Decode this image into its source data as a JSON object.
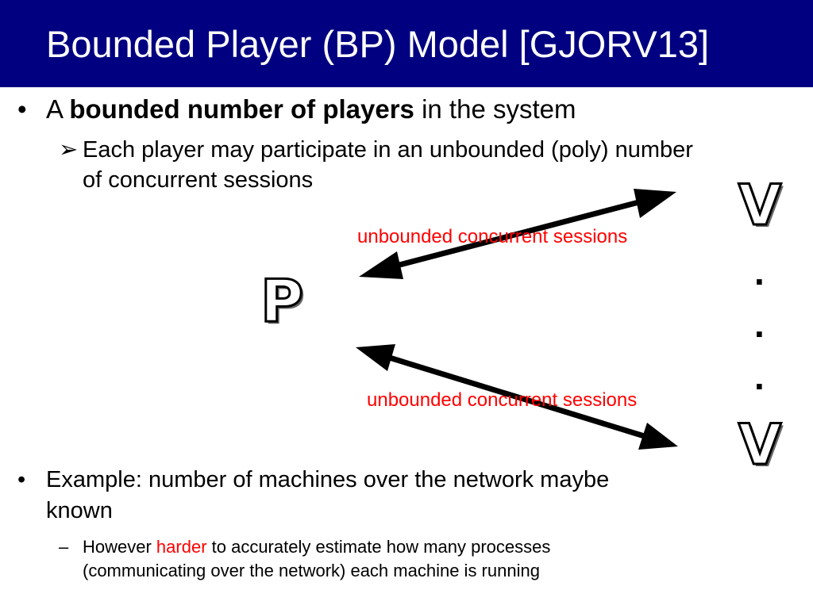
{
  "slide": {
    "title": "Bounded Player (BP) Model [GJORV13]",
    "bullet1": {
      "marker": "•",
      "prefix": "A ",
      "bold": "bounded number of players",
      "suffix": " in the system"
    },
    "sub_bullet1": {
      "marker": "➢",
      "text": "Each player may participate in an unbounded (poly) number of concurrent sessions"
    },
    "bullet2": {
      "marker": "•",
      "text": "Example: number of machines over the network maybe known"
    },
    "sub_bullet2": {
      "marker": "–",
      "prefix": "However ",
      "highlight": "harder",
      "suffix": " to accurately estimate how many processes (communicating over the network) each machine is running"
    }
  },
  "diagram": {
    "prover_label": "P",
    "verifier_top_label": "V",
    "verifier_bottom_label": "V",
    "ellipsis_dot": ".",
    "edge_top_label": "unbounded concurrent sessions",
    "edge_bottom_label": "unbounded concurrent sessions"
  },
  "colors": {
    "title_bar": "#000080",
    "title_text": "#ffffff",
    "highlight": "#ff0000"
  }
}
